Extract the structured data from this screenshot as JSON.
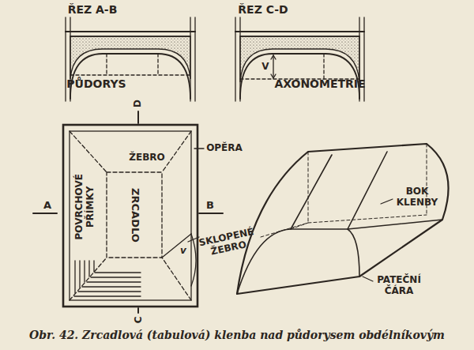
{
  "diagram": {
    "caption": "Obr. 42. Zrcadlová (tabulová) klenba nad půdorysem obdélníkovým",
    "labels": [
      "ŘEZ A-B",
      "ŘEZ C-D",
      "V",
      "D",
      "PŮDORYS",
      "AXONOMETRIE",
      "ŽEBRO",
      "OPĚRA",
      "POVRCHOVÉ PŘÍMKY",
      "A",
      "ZRCADLO",
      "B",
      "SKLOPENÉ ŽEBRO",
      "v",
      "BOK KLENBY",
      "PATEČNÍ ČÁRA",
      "C"
    ]
  }
}
